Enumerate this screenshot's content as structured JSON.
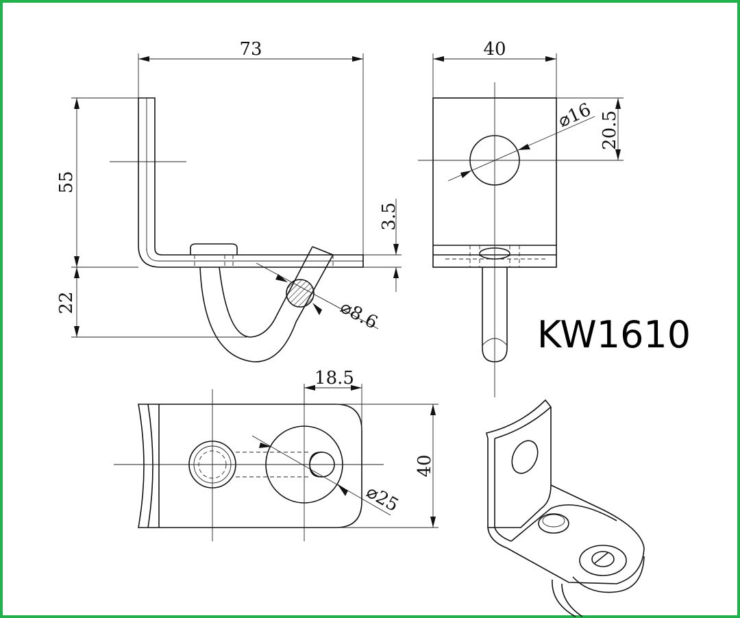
{
  "colors": {
    "frame": "#22b14c",
    "ink": "#111111",
    "background": "#ffffff"
  },
  "model": {
    "code": "KW1610"
  },
  "front_view": {
    "width_dim": "73",
    "height_dim": "55",
    "drop_dim": "22",
    "thickness_dim": "3.5",
    "rod_dia_dim": "⌀8.6"
  },
  "side_view": {
    "width_dim": "40",
    "hole_dia_dim": "⌀16",
    "hole_height_dim": "20.5"
  },
  "top_view": {
    "offset_dim": "18.5",
    "width_dim": "40",
    "dia_dim": "⌀25"
  }
}
